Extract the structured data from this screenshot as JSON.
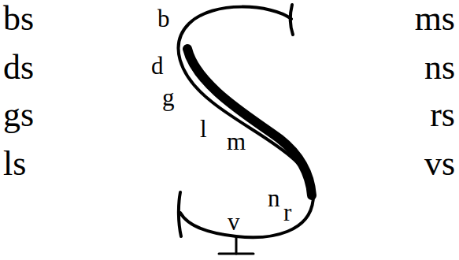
{
  "diagram": {
    "labels": [
      "bs",
      "ds",
      "gs",
      "ls",
      "b",
      "d",
      "g",
      "l",
      "m",
      "n",
      "r",
      "v",
      "ms",
      "ns",
      "rs",
      "vs"
    ]
  }
}
